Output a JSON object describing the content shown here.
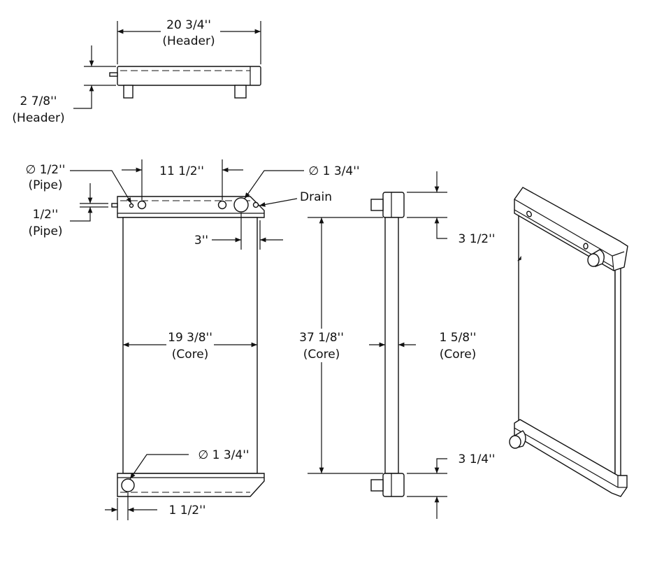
{
  "title_block": null,
  "top_view": {
    "width_label": "20 3/4''",
    "width_note": "(Header)",
    "height_label": "2 7/8''",
    "height_note": "(Header)"
  },
  "front_view": {
    "pipe_dia_label": "∅ 1/2''",
    "pipe_dia_note": "(Pipe)",
    "pipe_height_label": "1/2''",
    "pipe_height_note": "(Pipe)",
    "spacing_label": "11 1/2''",
    "outlet_dia_label": "∅ 1 3/4''",
    "drain_label": "Drain",
    "offset_label": "3''",
    "core_width_label": "19 3/8''",
    "core_width_note": "(Core)",
    "inlet_dia_label": "∅ 1 3/4''",
    "inlet_offset_label": "1 1/2''"
  },
  "side_view": {
    "core_height_label": "37 1/8''",
    "core_height_note": "(Core)",
    "core_depth_label": "1 5/8''",
    "core_depth_note": "(Core)",
    "top_header_label": "3 1/2''",
    "bottom_header_label": "3 1/4''"
  }
}
